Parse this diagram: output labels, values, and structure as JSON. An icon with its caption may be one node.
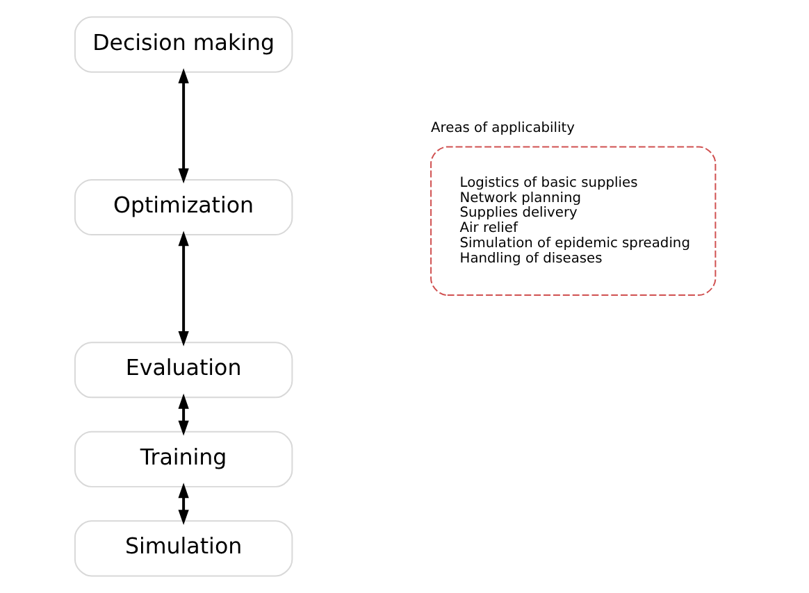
{
  "diagram": {
    "nodes": [
      {
        "text": [
          "Decision making"
        ]
      },
      {
        "text": [
          "Optimization"
        ]
      },
      {
        "text": [
          "Evaluation"
        ]
      },
      {
        "text": [
          "Training"
        ]
      },
      {
        "text": [
          "Simulation"
        ]
      },
      {
        "text": [
          "Areas of applicability",
          "Logistics of basic supplies",
          "Network planning",
          "Supplies delivery",
          "Air relief",
          "Simulation of epidemic spreading",
          "Handling of diseases"
        ]
      }
    ],
    "edges": [
      {
        "from": 0,
        "to": 1,
        "arrow": "both"
      },
      {
        "from": 1,
        "to": 2,
        "arrow": "both"
      },
      {
        "from": 2,
        "to": 3,
        "arrow": "both"
      },
      {
        "from": 3,
        "to": 4,
        "arrow": "both"
      }
    ]
  }
}
